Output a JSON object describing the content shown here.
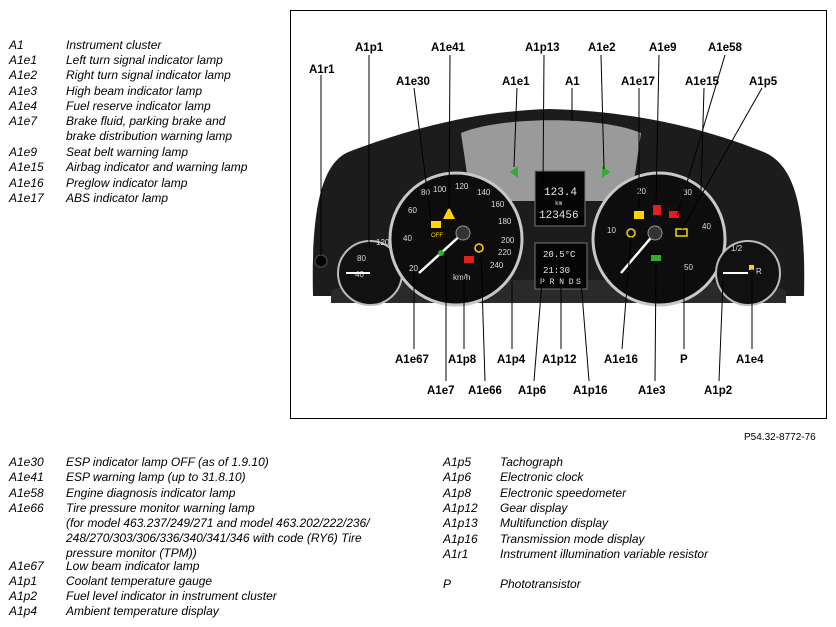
{
  "legend_top": [
    {
      "code": "A1",
      "desc": "Instrument cluster"
    },
    {
      "code": "A1e1",
      "desc": "Left turn signal indicator lamp"
    },
    {
      "code": "A1e2",
      "desc": "Right turn signal indicator lamp"
    },
    {
      "code": "A1e3",
      "desc": "High beam indicator lamp"
    },
    {
      "code": "A1e4",
      "desc": "Fuel reserve indicator lamp"
    },
    {
      "code": "A1e7",
      "desc": "Brake fluid, parking brake and\nbrake distribution warning lamp"
    },
    {
      "code": "A1e9",
      "desc": "Seat belt warning lamp"
    },
    {
      "code": "A1e15",
      "desc": "Airbag indicator and warning lamp"
    },
    {
      "code": "A1e16",
      "desc": "Preglow indicator lamp"
    },
    {
      "code": "A1e17",
      "desc": "ABS indicator lamp"
    }
  ],
  "legend_bottom_left": [
    {
      "code": "A1e30",
      "desc": "ESP indicator lamp OFF (as of 1.9.10)"
    },
    {
      "code": "A1e41",
      "desc": "ESP warning lamp (up to 31.8.10)"
    },
    {
      "code": "A1e58",
      "desc": "Engine diagnosis indicator lamp"
    },
    {
      "code": "A1e66",
      "desc": "Tire pressure monitor warning lamp\n(for model 463.237/249/271 and model 463.202/222/236/\n248/270/303/306/336/340/341/346 with code (RY6) Tire\npressure monitor (TPM))"
    },
    {
      "code": "A1e67",
      "desc": "Low beam indicator lamp"
    },
    {
      "code": "A1p1",
      "desc": "Coolant temperature gauge"
    },
    {
      "code": "A1p2",
      "desc": "Fuel level indicator in instrument cluster"
    },
    {
      "code": "A1p4",
      "desc": "Ambient temperature display"
    }
  ],
  "legend_bottom_right": [
    {
      "code": "A1p5",
      "desc": "Tachograph"
    },
    {
      "code": "A1p6",
      "desc": "Electronic clock"
    },
    {
      "code": "A1p8",
      "desc": "Electronic speedometer"
    },
    {
      "code": "A1p12",
      "desc": "Gear display"
    },
    {
      "code": "A1p13",
      "desc": "Multifunction display"
    },
    {
      "code": "A1p16",
      "desc": "Transmission mode display"
    },
    {
      "code": "A1r1",
      "desc": "Instrument illumination variable resistor"
    },
    {
      "code": "P",
      "desc": "Phototransistor"
    }
  ],
  "figure": {
    "callouts_top": [
      "A1r1",
      "A1p1",
      "A1e30",
      "A1e41",
      "A1e1",
      "A1p13",
      "A1",
      "A1e2",
      "A1e17",
      "A1e9",
      "A1e15",
      "A1e58",
      "A1p5"
    ],
    "callouts_bottom": [
      "A1e67",
      "A1p8",
      "A1e7",
      "A1e66",
      "A1p4",
      "A1p6",
      "A1p12",
      "A1p16",
      "A1e16",
      "A1e3",
      "P",
      "A1p2",
      "A1e4"
    ],
    "reference": "P54.32-8772-76",
    "speedo_ticks": [
      "20",
      "40",
      "60",
      "80",
      "100",
      "120",
      "140",
      "160",
      "180",
      "200",
      "220",
      "240"
    ],
    "speedo_unit": "km/h",
    "tacho_ticks": [
      "10",
      "20",
      "30",
      "40",
      "50"
    ],
    "coolant_ticks": [
      "40",
      "80",
      "120"
    ],
    "fuel_ticks": [
      "1/2",
      "R"
    ],
    "lcd_odometer": "123.4",
    "lcd_unit": "km",
    "lcd_total": "123456",
    "lcd_temp": "20.5°C",
    "lcd_clock": "21:30",
    "gear_display": "P R N D",
    "mode_display": "S",
    "esp_off_label": "OFF"
  },
  "colors": {
    "cluster": "#1c1c1c",
    "turn_signal": "#2fae2f",
    "warning_yellow": "#ffd400",
    "warning_red": "#e02020",
    "lamp_green": "#2fae2f"
  }
}
